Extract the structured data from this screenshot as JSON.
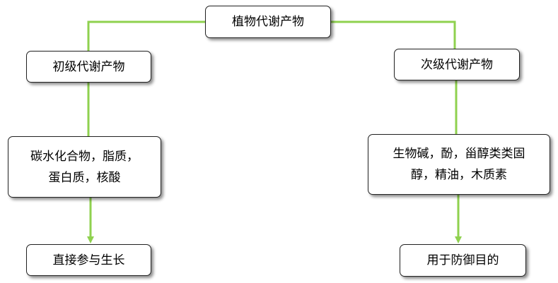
{
  "diagram": {
    "colors": {
      "connector": "#8fd14f",
      "node_border": "#222222",
      "node_fill": "#ffffff"
    },
    "root": {
      "label": "植物代谢产物"
    },
    "primary": {
      "label": "初级代谢产物",
      "examples_line1": "碳水化合物，脂质，",
      "examples_line2": "蛋白质，核酸",
      "role": "直接参与生长"
    },
    "secondary": {
      "label": "次级代谢产物",
      "examples_line1": "生物碱，酚，甾醇类类固",
      "examples_line2": "醇，精油，木质素",
      "role": "用于防御目的"
    }
  }
}
